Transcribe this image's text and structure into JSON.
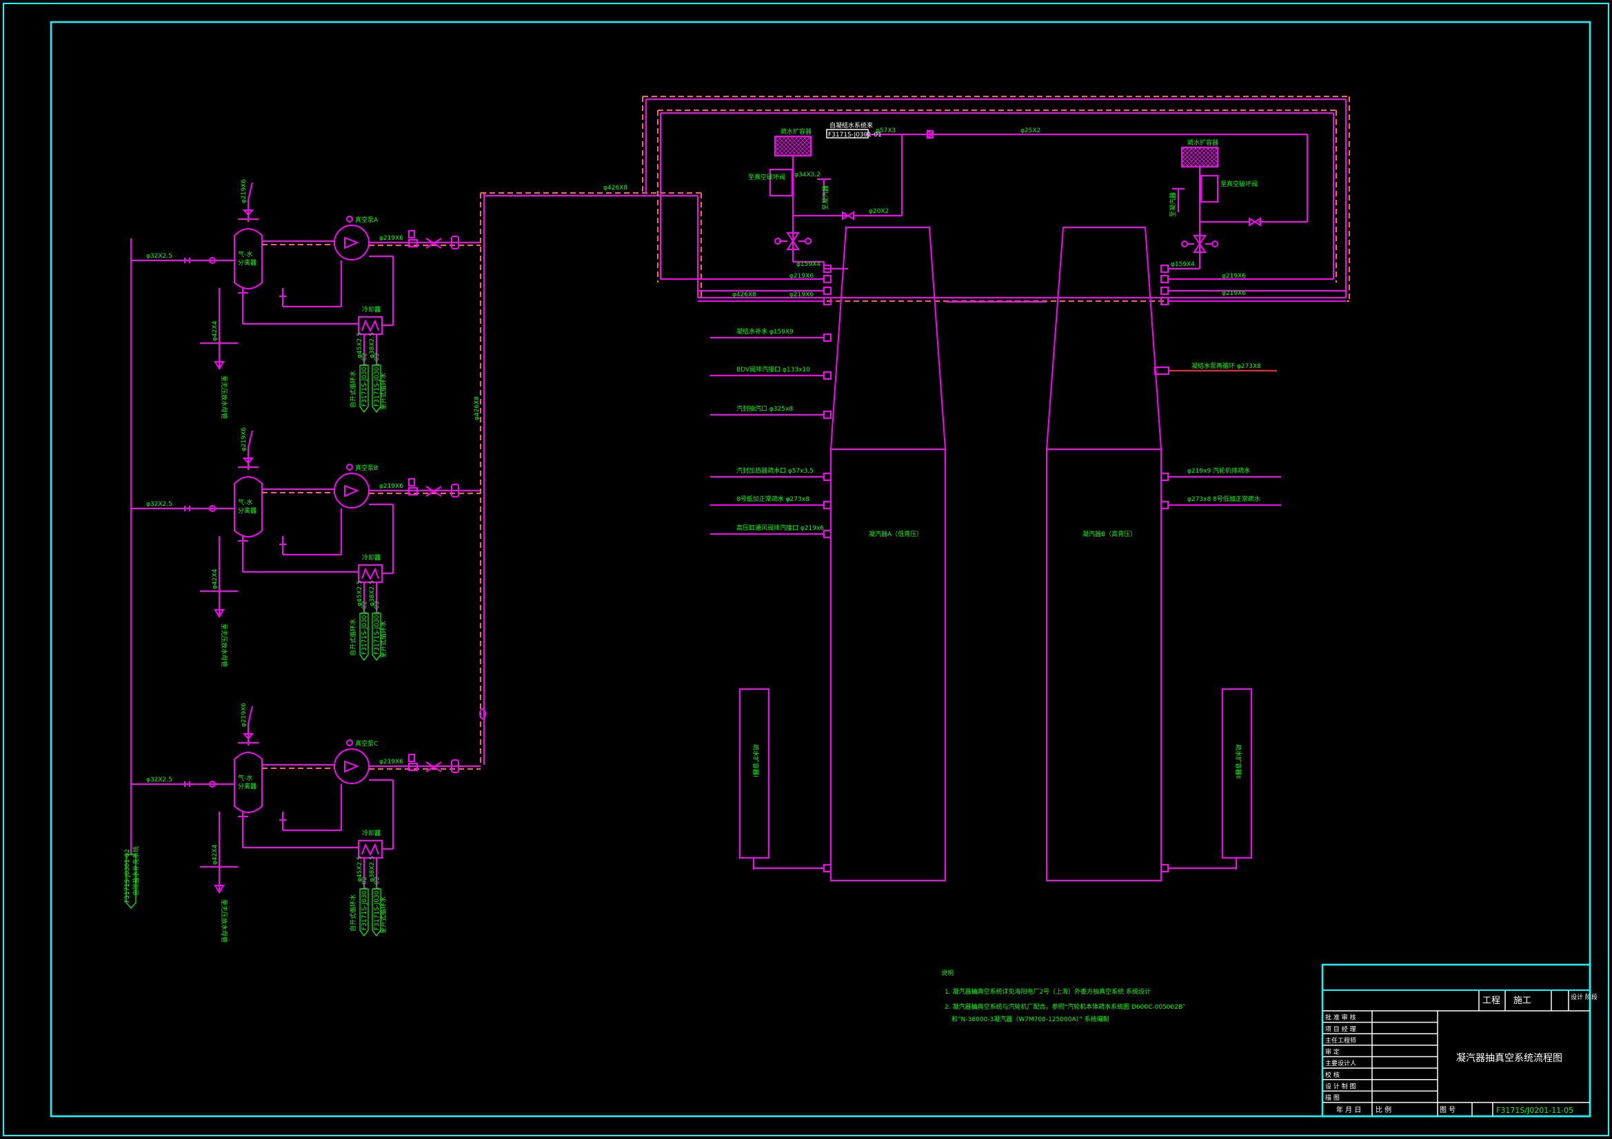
{
  "system": {
    "separator_label": "气-水\n分离器",
    "pump_a": "真空泵A",
    "pump_b": "真空泵B",
    "pump_c": "真空泵C",
    "cooler": "冷却器",
    "pipe_32": "φ32X2.5",
    "pipe_219": "φ219X6",
    "pipe_42": "φ42X4",
    "pipe_45": "φ45X2.5",
    "pipe_38": "φ38X2.5",
    "pipe_426": "φ426X8",
    "drain": "至无压放水母管",
    "cw_in": "自开式循环水",
    "cw_out": "至开式循环水",
    "dwg_ref_1": "F3171S-J0301-02",
    "dwg_ref_2": "F3171S-J0301-03",
    "supply_ref": "F3171S-J0301-02",
    "supply_label": "自除盐水补充系统"
  },
  "condenser": {
    "vent_left": "至凝汽器",
    "top_ref": "F3171S-J0301-01",
    "top_label": "自凝结水系统来",
    "p57x3": "φ57X3",
    "p25x2": "φ25X2",
    "p34x3": "φ34X3.2",
    "p20x2": "φ20X2",
    "p159x4": "φ159X4",
    "p219x6": "φ219X6",
    "p426x8": "φ426X8",
    "seal_box": "疏水扩容器",
    "ejector_a": "至真空破坏阀",
    "ejector_b": "至真空破坏阀",
    "left_in_1": "凝结水补水 φ159X9",
    "left_in_2": "BDV阀排汽接口 φ133x10",
    "left_in_3": "汽封抽汽口 φ325x8",
    "left_in_4": "汽封加热器疏水口 φ57x3.5",
    "left_in_5": "8号低加正常疏水 φ273x8",
    "left_in_6": "高压缸通风阀排汽接口 φ219x6",
    "right_in_1": "φ219x9 汽轮机排疏水",
    "right_in_2": "φ273x8 8号低加正常疏水",
    "right_in_3": "凝结水泵再循环 φ273X8",
    "cond_a": "凝汽器A（低背压）",
    "cond_b": "凝汽器B（高背压）",
    "tank_a": "疏水扩容器I",
    "tank_b": "疏水扩容器II"
  },
  "notes": {
    "title": "说明",
    "n1": "1. 凝汽器抽真空系统详见海阳电厂2号（上海）外委方抽真空系统  系统设计",
    "n2": "2. 凝汽器抽真空系统与汽轮机厂配合，参照“汽轮机本体疏水系统图 D600C-005002B”",
    "n3": "和“N-38000-3凝汽器（W7M700-125000A）” 系统编制"
  },
  "titleblock": {
    "project": "工程",
    "stage": "施工",
    "design_stage": "设计\n阶段",
    "rows": [
      "批  准  审  核",
      "项 目 经 理",
      "主任工程师",
      "审        定",
      "主要设计人",
      "校        核",
      "设 计 制 图",
      "描        图"
    ],
    "date": "年  月  日",
    "scale": "比   例",
    "dwg_no_label": "图     号",
    "dwg_no": "F3171S/J0201-11-05",
    "title": "凝汽器抽真空系统流程图"
  },
  "colors": {
    "pipe": "#ff00ff",
    "border": "#00ffff",
    "label": "#00ff00",
    "frame": "#ffffff"
  }
}
